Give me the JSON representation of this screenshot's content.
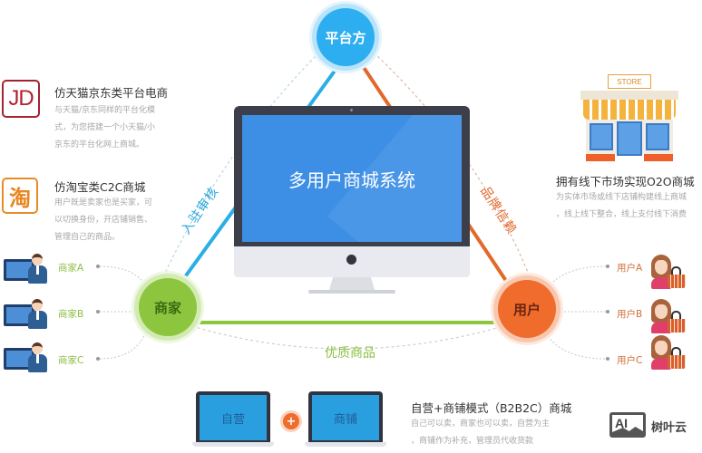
{
  "diagram": {
    "center_title": "多用户商城系统",
    "nodes": {
      "platform": {
        "label": "平台方",
        "color": "#2daef0"
      },
      "merchant": {
        "label": "商家",
        "color": "#8cc63e"
      },
      "user": {
        "label": "用户",
        "color": "#ef6c2c"
      }
    },
    "edges": {
      "merchant_platform": "入驻审核",
      "platform_user": "品牌信赖",
      "merchant_user": "优质商品"
    },
    "merchants": [
      "商家A",
      "商家B",
      "商家C"
    ],
    "users": [
      "用户A",
      "用户B",
      "用户C"
    ]
  },
  "features": [
    {
      "icon": "jd-logo-icon",
      "icon_text": "JD",
      "title": "仿天猫京东类平台电商",
      "desc": [
        "与天猫/京东同样的平台化模",
        "式，为您搭建一个小天猫/小",
        "京东的平台化网上商城。"
      ]
    },
    {
      "icon": "taobao-logo-icon",
      "icon_text": "淘",
      "title": "仿淘宝类C2C商城",
      "desc": [
        "用户既是卖家也是买家，可",
        "以切换身份，开店铺销售、",
        "管理自己的商品。"
      ]
    },
    {
      "icon": "store-icon",
      "icon_text": "STORE",
      "title": "拥有线下市场实现O2O商城",
      "desc": [
        "为实体市场或线下店铺构建线上商城",
        "，线上线下整合，线上支付线下消费"
      ]
    },
    {
      "icon": "laptops-icon",
      "title": "自营+商铺模式（B2B2C）商城",
      "desc": [
        "自己可以卖，商家也可以卖，自营为主",
        "，商铺作为补充，管理员代收货款"
      ],
      "laptop_left": "自营",
      "laptop_right": "商铺",
      "plus": "+"
    }
  ],
  "watermark": {
    "icon_text": "AI",
    "text": "树叶云"
  },
  "colors": {
    "blue_line": "#2aaee5",
    "orange_line": "#e2692c",
    "green_line": "#8cc63e",
    "dashed": "#c8c8c8"
  }
}
